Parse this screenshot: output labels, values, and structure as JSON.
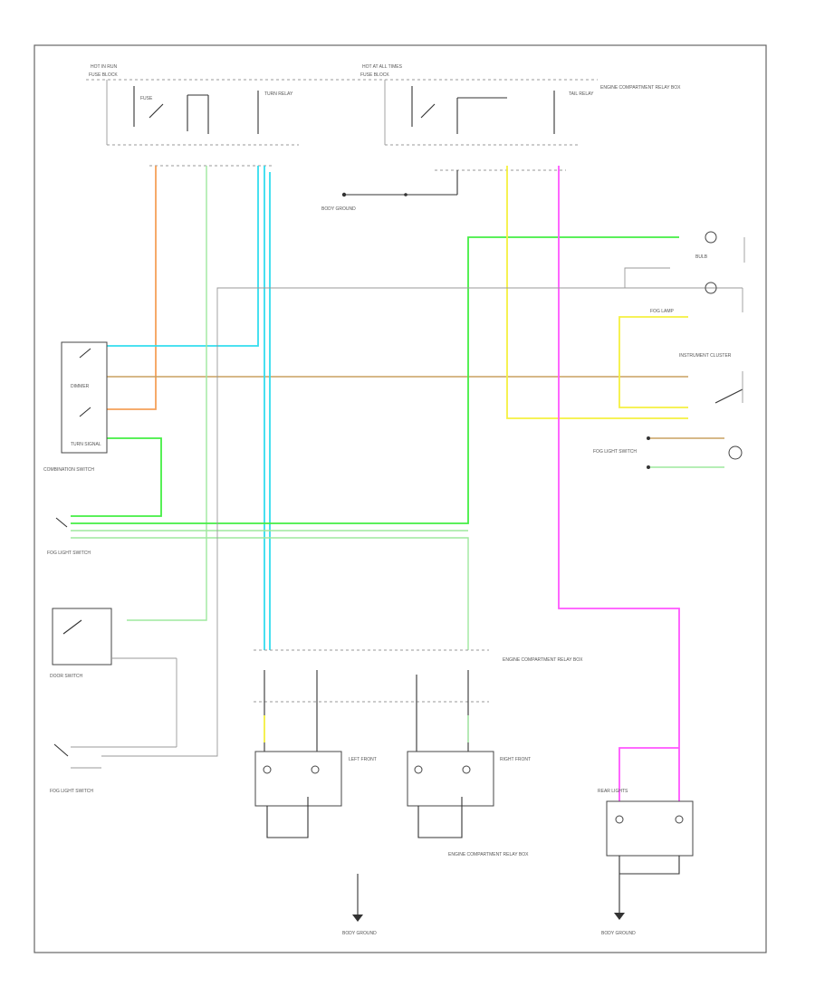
{
  "diagram": {
    "colors": {
      "orange": "#f5a15a",
      "cyan": "#33ddee",
      "green": "#44ee44",
      "light_green": "#9ee89e",
      "yellow": "#f5f040",
      "pink": "#ff55ff",
      "tan": "#c8a060",
      "black": "#333333",
      "gray": "#999999"
    },
    "labels": {
      "hot_in_run": "HOT IN RUN",
      "fuse_block": "FUSE BLOCK",
      "hot_at_all_times": "HOT AT ALL TIMES",
      "turn_relay": "TURN RELAY",
      "tail_relay": "TAIL RELAY",
      "relay_box": "ENGINE COMPARTMENT RELAY BOX",
      "body_ground": "BODY GROUND",
      "combination_switch": "COMBINATION SWITCH",
      "dimmer": "DIMMER",
      "turn_signal": "TURN SIGNAL",
      "fog_light_switch": "FOG LIGHT SWITCH",
      "door_switch": "DOOR SWITCH",
      "instrument_cluster": "INSTRUMENT CLUSTER",
      "bulb": "BULB",
      "fog_lamp": "FOG LAMP",
      "left_front": "LEFT FRONT",
      "right_front": "RIGHT FRONT",
      "rear_lights": "REAR LIGHTS"
    }
  }
}
